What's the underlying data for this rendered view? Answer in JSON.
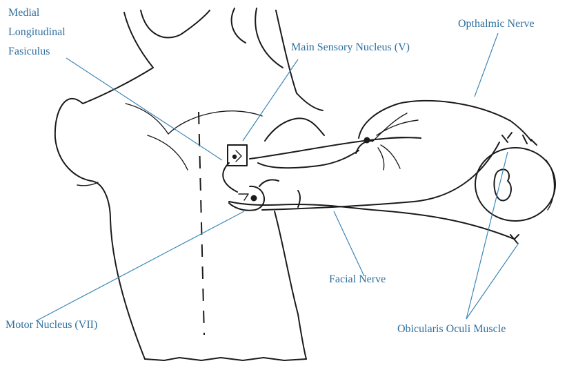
{
  "colors": {
    "ink": "#1a1a1a",
    "label": "#2e6f9e",
    "leader": "#3d86b5"
  },
  "labels": {
    "mlf_line1": "Medial",
    "mlf_line2": "Longitudinal",
    "mlf_line3": "Fasiculus",
    "main_sensory": "Main Sensory Nucleus (V)",
    "opthalmic": "Opthalmic Nerve",
    "facial": "Facial Nerve",
    "motor": "Motor Nucleus (VII)",
    "obicularis": "Obicularis Oculi Muscle"
  }
}
